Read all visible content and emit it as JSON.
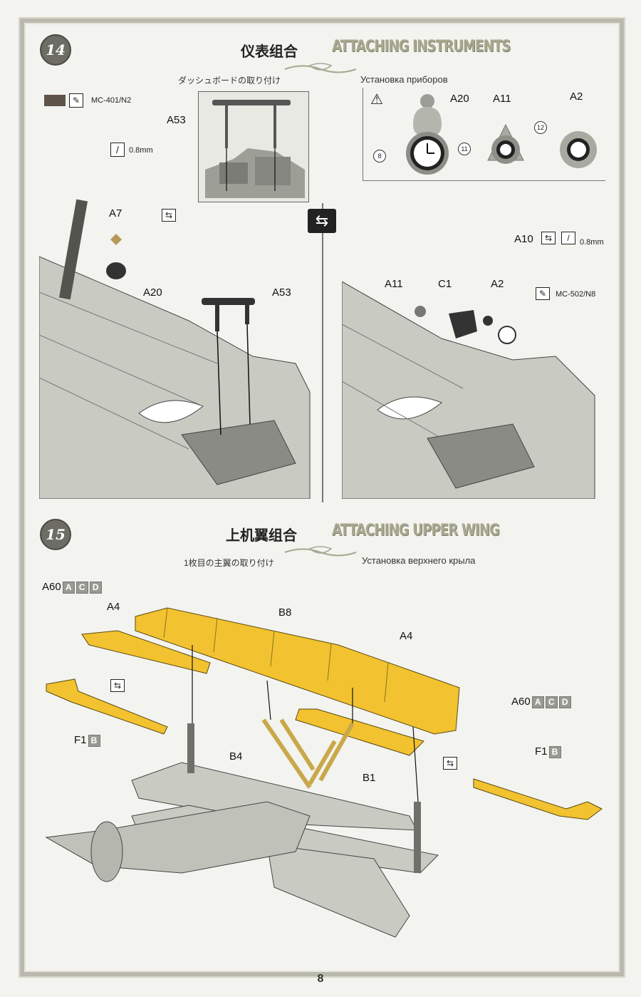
{
  "step14": {
    "number": "14",
    "title_cn": "仪表组合",
    "title_en": "ATTACHING INSTRUMENTS",
    "subtitle_jp": "ダッシュボードの取り付け",
    "subtitle_ru": "Установка приборов",
    "paint_code": "MC-401/N2",
    "wire_size": "0.8mm",
    "parts": {
      "a53": "A53",
      "a7": "A7",
      "a20": "A20",
      "a11": "A11",
      "a2": "A2",
      "c1": "C1",
      "a10": "A10"
    },
    "decals": {
      "d8": "8",
      "d11": "11",
      "d12": "12"
    },
    "paint_code_2": "MC-502/N8",
    "wire_size_2": "0.8mm"
  },
  "step15": {
    "number": "15",
    "title_cn": "上机翼组合",
    "title_en": "ATTACHING UPPER WING",
    "subtitle_jp": "1枚目の主翼の取り付け",
    "subtitle_ru": "Установка верхнего крыла",
    "parts": {
      "a60_left": "A60",
      "a4_left": "A4",
      "b8": "B8",
      "a4_right": "A4",
      "a60_right": "A60",
      "f1_left": "F1",
      "f1_right": "F1",
      "b4": "B4",
      "b1": "B1"
    },
    "variants": {
      "a": "A",
      "c": "C",
      "d": "D",
      "b": "B"
    }
  },
  "colors": {
    "wing_yellow": "#f2c230",
    "airframe_gray": "#c9cbc2",
    "paint_swatch": "#5e5448"
  },
  "page_number": "8"
}
